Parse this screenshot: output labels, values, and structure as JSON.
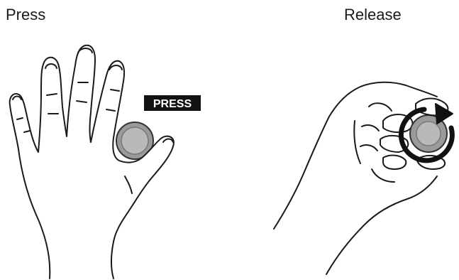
{
  "panels": {
    "press": {
      "caption": "Press",
      "badge": "PRESS"
    },
    "release": {
      "caption": "Release"
    }
  },
  "colors": {
    "line": "#1a1a1a",
    "knob_outer": "#9a9a9a",
    "knob_inner": "#b9b9b9",
    "badge_bg": "#111111",
    "badge_text": "#ffffff"
  },
  "icons": [
    "open-hand-press-illustration",
    "hand-gripping-knob-illustration",
    "rotate-arrow-icon"
  ]
}
